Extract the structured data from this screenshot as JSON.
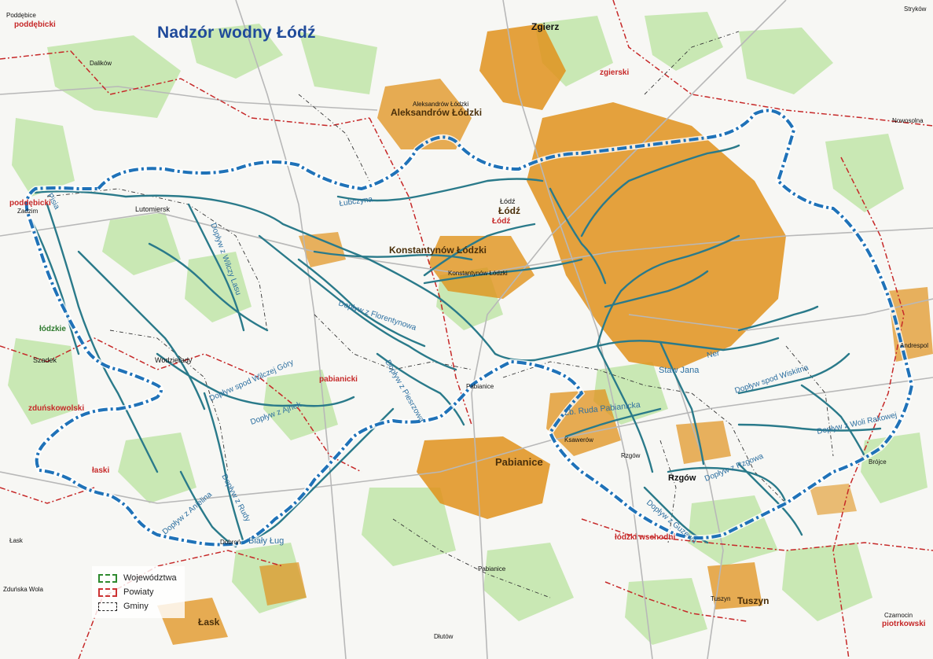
{
  "title": "Nadzór wodny Łódź",
  "legend": {
    "voivodeships": "Województwa",
    "districts": "Powiaty",
    "communes": "Gminy"
  },
  "colors": {
    "background": "#f7f7f4",
    "forest": "#c9e8b4",
    "urban": "#e0921c",
    "river": "#2a7a8a",
    "region_boundary": "#1f72b8",
    "roads": "#b8b8b8",
    "powiat_boundary": "#c62828",
    "gmina_boundary": "#333333",
    "town_label": "#111111",
    "powiat_label": "#c62828",
    "river_label": "#2c6fa0"
  },
  "rivers": [
    "Łubczyna",
    "Dopływ z Florentynowa",
    "Dopływ z Wilczy Lasu",
    "Dopływ spod Wilczej Góry",
    "Dopływ z Ajnek",
    "Dopływ z Rudy",
    "Dopływ z Piesrzowa",
    "Ner",
    "Staw Jana",
    "Zb. Ruda Pabianicka",
    "Biały Ług",
    "Dopływ z Anielina",
    "Dopływ spod Wiskitna",
    "Dopływ z Woli Rakowej",
    "Dopływ z Rzgowa",
    "Dopływ z Guzewa",
    "Pisia"
  ],
  "towns": {
    "zgierz": "Zgierz",
    "aleksandrow_small": "Aleksandrów Łódzki",
    "aleksandrow_big": "Aleksandrów Łódzki",
    "lodz_top": "Łódź",
    "lodz_big": "Łódź",
    "konstantynow_big": "Konstantynów Łódzki",
    "konstantynow_small": "Konstantynów Łódzki",
    "lutomiersk": "Lutomiersk",
    "wodzierady": "Wodzierady",
    "pabianice_small": "Pabianice",
    "pabianice_big": "Pabianice",
    "pabianice_bottom": "Pabianice",
    "ksawerow": "Ksawerów",
    "rzgow_small": "Rzgów",
    "rzgow_big": "Rzgów",
    "tuszyn": "Tuszyn",
    "tuszyn_small": "Tuszyn",
    "dobron": "Dobroń",
    "lask": "Łask",
    "lask_left": "Łask",
    "szadek": "Szadek",
    "zadzim": "Zadzim",
    "poddebice": "Poddębice",
    "nowosolna": "Nowosolna",
    "andrespol": "Andrespol",
    "brojce": "Brójce",
    "czarnocin": "Czarnocin",
    "dlutow": "Dłutów",
    "zdunska_wola": "Zduńska Wola",
    "strykow": "Stryków",
    "dalikow": "Dalików"
  },
  "powiaty": {
    "poddebicki_top": "poddębicki",
    "poddebicki_left": "poddębicki",
    "zgierski": "zgierski",
    "lodzki_left": "łódzkie",
    "pabianicki": "pabianicki",
    "zdunskowolski": "zduńskowolski",
    "laski": "łaski",
    "lodzki_wschodni": "łódzki wschodni",
    "piotrkowski": "piotrkowski",
    "lodz": "Łódź"
  }
}
